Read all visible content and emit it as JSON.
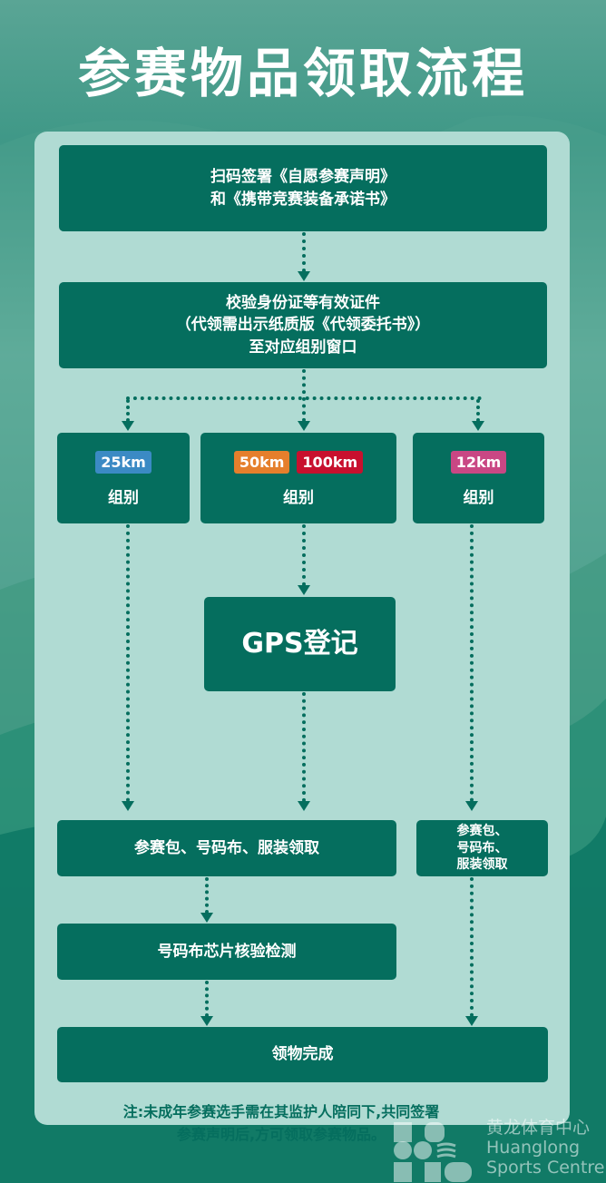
{
  "title": "参赛物品领取流程",
  "steps": {
    "scan": [
      "扫码签署《自愿参赛声明》",
      "和《携带竞赛装备承诺书》"
    ],
    "verify": [
      "校验身份证等有效证件",
      "（代领需出示纸质版《代领委托书》）",
      "至对应组别窗口"
    ],
    "groups": [
      {
        "chips": [
          {
            "label": "25km",
            "color": "#3b8ac4"
          }
        ],
        "label": "组别"
      },
      {
        "chips": [
          {
            "label": "50km",
            "color": "#e57f2c"
          },
          {
            "label": "100km",
            "color": "#c8102e"
          }
        ],
        "label": "组别"
      },
      {
        "chips": [
          {
            "label": "12km",
            "color": "#c94784"
          }
        ],
        "label": "组别"
      }
    ],
    "gps": "GPS登记",
    "collect_main": "参赛包、号码布、服装领取",
    "collect_side": [
      "参赛包、",
      "号码布、",
      "服装领取"
    ],
    "chip_check": "号码布芯片核验检测",
    "done": "领物完成"
  },
  "note": [
    "注:未成年参赛选手需在其监护人陪同下,共同签署",
    "参赛声明后,方可领取参赛物品。"
  ],
  "logo": {
    "cn": "黄龙体育中心",
    "en1": "Huanglong",
    "en2": "Sports Centre"
  },
  "colors": {
    "box": "#056e5e",
    "panel": "#b0dbd3"
  }
}
